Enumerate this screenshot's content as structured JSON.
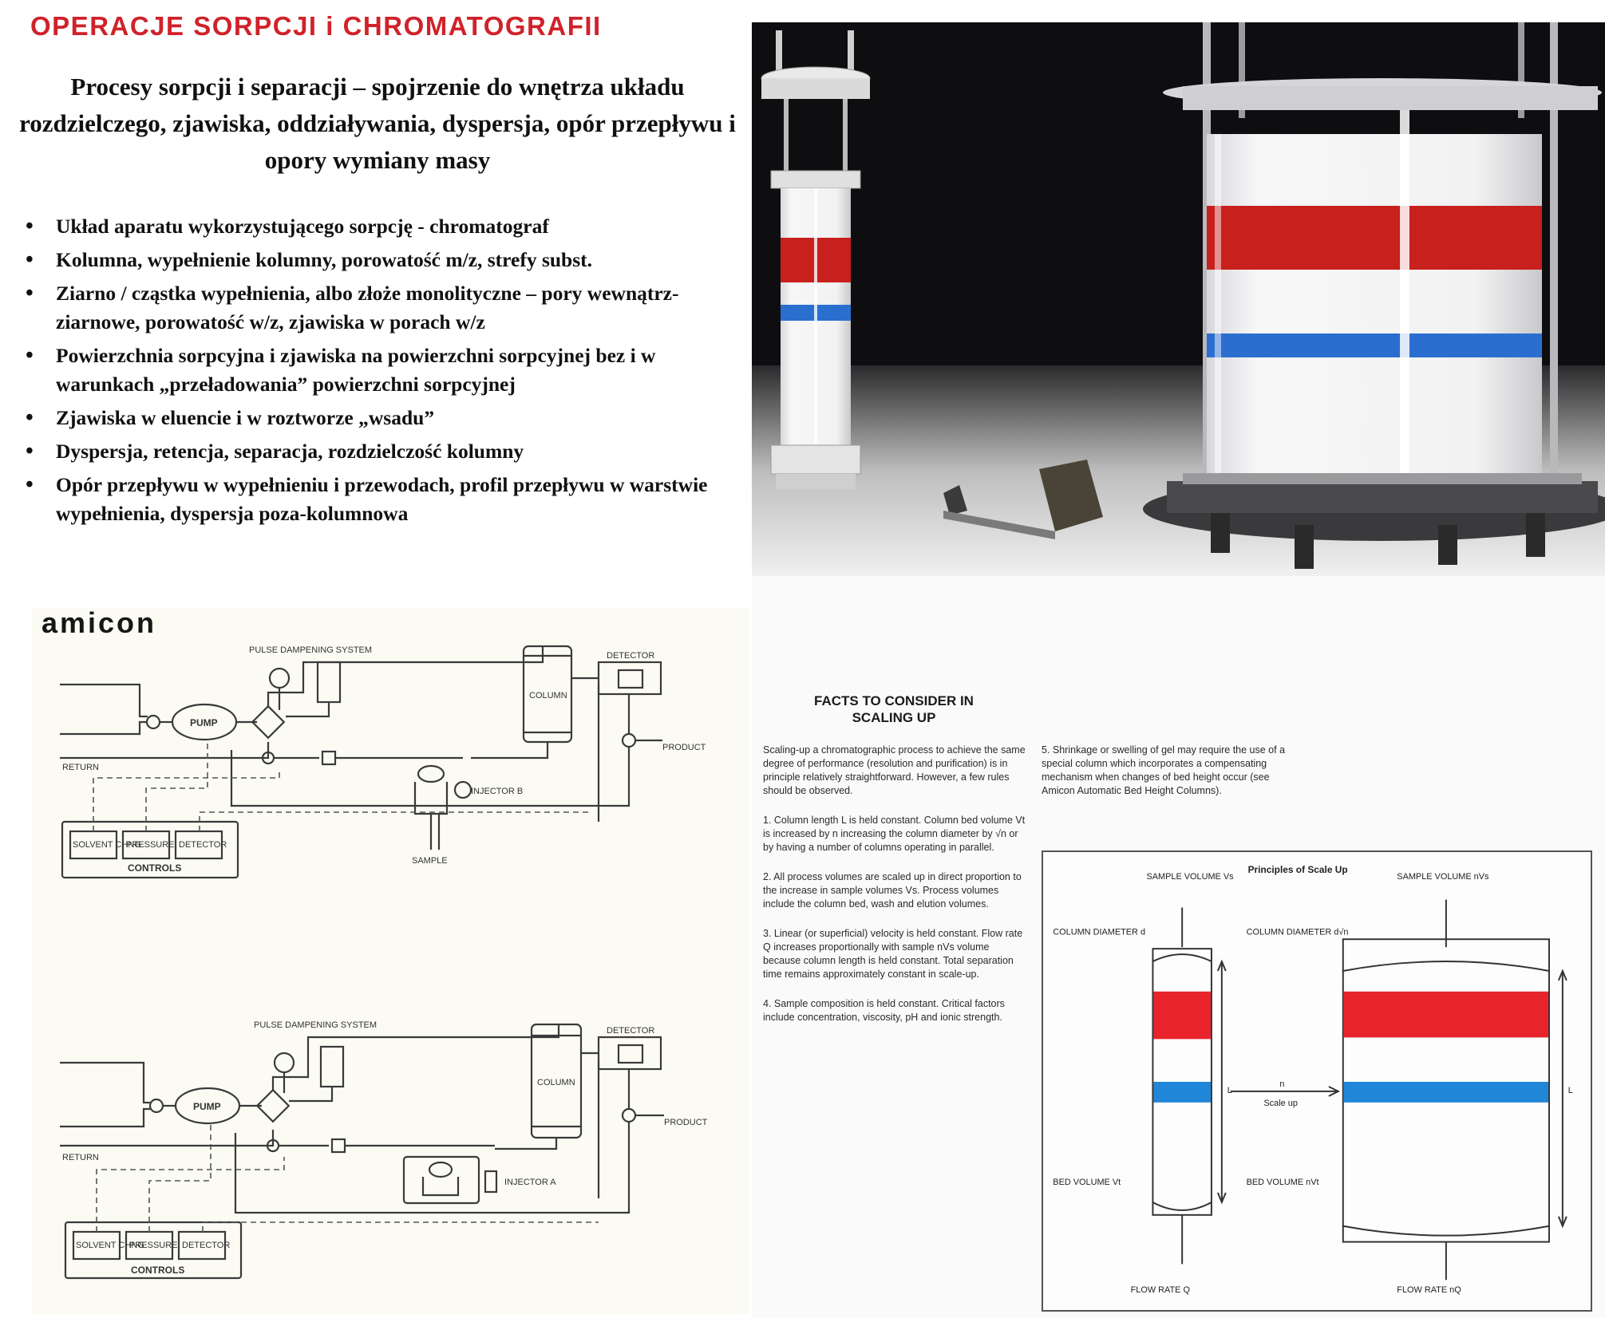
{
  "slide": {
    "title": "OPERACJE SORPCJI i CHROMATOGRAFII",
    "subtitle": "Procesy sorpcji i separacji – spojrzenie do wnętrza układu rozdzielczego, zjawiska, oddziaływania, dyspersja, opór przepływu i opory wymiany masy",
    "bullets": [
      "Układ aparatu wykorzystującego sorpcję - chromatograf",
      "Kolumna, wypełnienie kolumny, porowatość m/z, strefy subst.",
      "Ziarno / cząstka wypełnienia, albo złoże monolityczne – pory wewnątrz-ziarnowe, porowatość w/z, zjawiska w porach w/z",
      "Powierzchnia sorpcyjna i zjawiska na powierzchni sorpcyjnej bez i w warunkach „przeładowania” powierzchni sorpcyjnej",
      "Zjawiska w eluencie i w roztworze „wsadu”",
      "Dyspersja, retencja, separacja, rozdzielczość kolumny",
      "Opór przepływu w wypełnieniu i przewodach, profil przepływu w warstwie wypełnienia, dyspersja poza-kolumnowa"
    ]
  },
  "schematics": {
    "logo": "amicon",
    "pulse_label": "PULSE DAMPENING SYSTEM",
    "pump": "PUMP",
    "column": "COLUMN",
    "detector": "DETECTOR",
    "injector_a": "INJECTOR A",
    "injector_b": "INJECTOR B",
    "return": "RETURN",
    "sample": "SAMPLE",
    "product": "PRODUCT",
    "controls": "CONTROLS",
    "ctrl_1": "SOLVENT CHNG",
    "ctrl_2": "PRESSURE",
    "ctrl_3": "DETECTOR",
    "colors": {
      "line": "#3a3a3a",
      "panel": "#fbfaf3"
    }
  },
  "brochure": {
    "facts_title": "FACTS TO CONSIDER IN SCALING UP",
    "intro": "Scaling-up a chromatographic process to achieve the same degree of performance (resolution and purification) is in principle relatively straightforward. However, a few rules should be observed.",
    "point1": "1. Column length L is held constant. Column bed volume Vt is increased by n increasing the column diameter by √n or by having a number of columns operating in parallel.",
    "point2": "2. All process volumes are scaled up in direct proportion to the increase in sample volumes Vs. Process volumes include the column bed, wash and elution volumes.",
    "point3": "3. Linear (or superficial) velocity is held constant. Flow rate Q increases proportionally with sample nVs volume because column length is held constant. Total separation time remains approximately constant in scale-up.",
    "point4": "4. Sample composition is held constant. Critical factors include concentration, viscosity, pH and ionic strength.",
    "point5": "5. Shrinkage or swelling of gel may require the use of a special column which incorporates a compensating mechanism when changes of bed height occur (see Amicon Automatic Bed Height Columns)."
  },
  "scale_up": {
    "title": "Principles of Scale Up",
    "sample_small": "SAMPLE VOLUME Vs",
    "sample_large": "SAMPLE VOLUME nVs",
    "diam_small": "COLUMN DIAMETER d",
    "diam_large": "COLUMN DIAMETER d√n",
    "bed_small": "BED VOLUME Vt",
    "bed_large": "BED VOLUME nVt",
    "flow_small": "FLOW RATE Q",
    "flow_large": "FLOW RATE nQ",
    "length": "L",
    "arrow": "Scale up",
    "n": "n",
    "colors": {
      "red": "#e8232b",
      "blue": "#1f86d8"
    }
  },
  "photo": {
    "colors": {
      "red": "#c8201c",
      "blue": "#2a6fd0",
      "bg": "#0e0e10"
    }
  }
}
